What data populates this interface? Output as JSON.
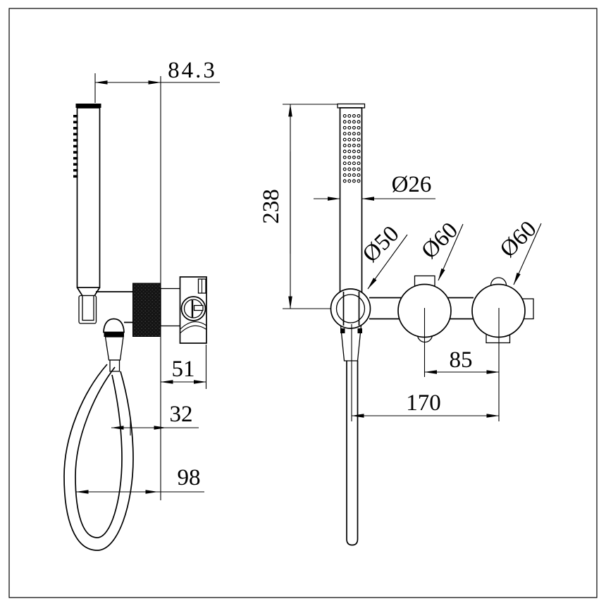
{
  "colors": {
    "line": "#000000",
    "background": "#ffffff"
  },
  "dims": {
    "wand_offset": "84.3",
    "wand_length": "238",
    "wand_diameter": "Ø26",
    "holder_diameter": "Ø50",
    "left_knob_diameter": "Ø60",
    "right_knob_diameter": "Ø60",
    "valve_depth": "51",
    "hose_clearance": "32",
    "hose_loop_width": "98",
    "knob_spacing": "85",
    "overall_width": "170"
  }
}
